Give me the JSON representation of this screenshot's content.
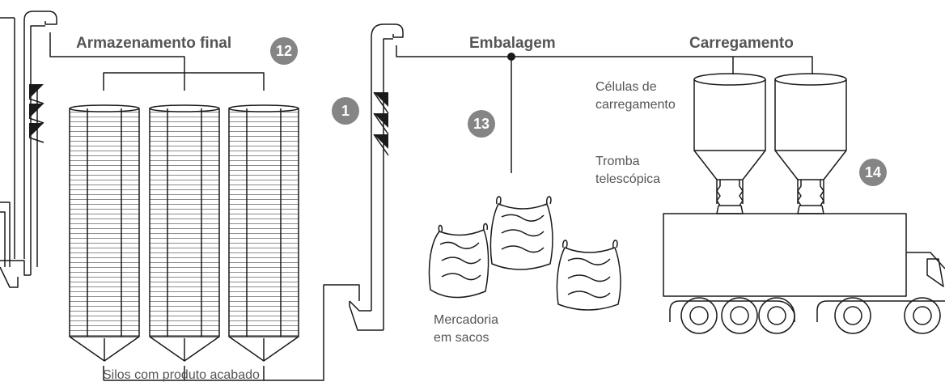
{
  "headings": {
    "final_storage": "Armazenamento final",
    "packaging": "Embalagem",
    "loading": "Carregamento"
  },
  "labels": {
    "loading_cells_line1": "Células de",
    "loading_cells_line2": "carregamento",
    "telescopic_line1": "Tromba",
    "telescopic_line2": "telescópica",
    "bagged_line1": "Mercadoria",
    "bagged_line2": "em sacos",
    "silos_caption": "Silos com produto acabado"
  },
  "badges": {
    "final_storage": "12",
    "elevator": "1",
    "packaging": "13",
    "loading": "14"
  },
  "colors": {
    "line": "#1a1a1a",
    "badge": "#858585",
    "text": "#555555"
  }
}
